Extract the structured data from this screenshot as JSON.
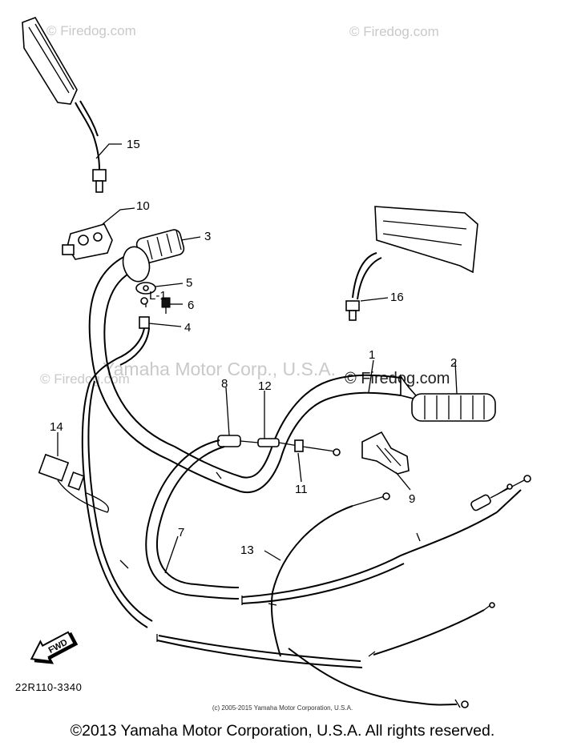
{
  "watermarks": {
    "top_left": "© Firedog.com",
    "top_right": "© Firedog.com",
    "mid_left": "© Firedog.com",
    "center": "Yamaha Motor Corp., U.S.A.",
    "center_right": "© Firedog.com"
  },
  "callouts": {
    "p1": "1",
    "p2": "2",
    "p3": "3",
    "p4": "4",
    "p5": "5",
    "p6": "6",
    "p7": "7",
    "p8": "8",
    "p9": "9",
    "p10": "10",
    "p11": "11",
    "p12": "12",
    "p13": "13",
    "p14": "14",
    "p15": "15",
    "p16": "16",
    "l1": "L-1"
  },
  "fwd_label": "FWD",
  "diagram_code": "22R110-3340",
  "small_copyright": "(c) 2005-2015 Yamaha Motor Corporation, U.S.A.",
  "copyright": "©2013 Yamaha Motor Corporation, U.S.A. All rights reserved."
}
